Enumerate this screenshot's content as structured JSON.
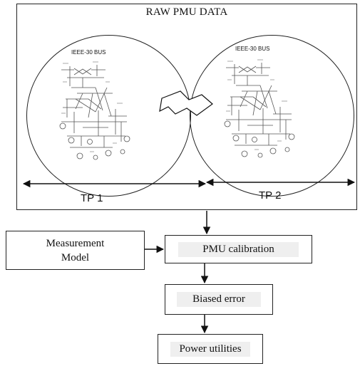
{
  "diagram": {
    "title": "RAW PMU DATA",
    "circles": [
      {
        "bus_label": "IEEE-30 BUS"
      },
      {
        "bus_label": "IEEE-30 BUS"
      }
    ],
    "tp_left": "TP 1",
    "tp_right": "TP 2",
    "measurement_model": [
      "Measurement",
      "Model"
    ],
    "pmu_calibration": "PMU calibration",
    "biased_error": "Biased error",
    "power_utilities": "Power utilities"
  }
}
